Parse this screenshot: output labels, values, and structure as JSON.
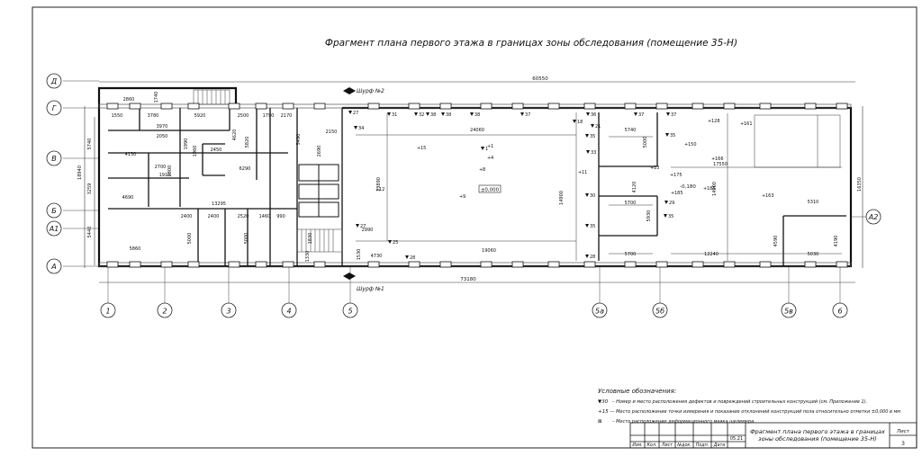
{
  "title": "Фрагмент плана первого этажа в границах зоны обследования (помещение 35-Н)",
  "axes_letters": [
    "Д",
    "Г",
    "В",
    "Б",
    "А1",
    "А"
  ],
  "axis_right": "А2",
  "axes_numbers": [
    "1",
    "2",
    "3",
    "4",
    "5",
    "5а",
    "5б",
    "5в",
    "6"
  ],
  "overall_dims": {
    "top": "60550",
    "bottom": "73180"
  },
  "shurf_top": "Шурф №2",
  "shurf_bottom": "Шурф №1",
  "elevation": "±0,000",
  "elevation_right": "-0,180",
  "dims": {
    "left_vertical": [
      "5740",
      "3259",
      "5440",
      "18940"
    ],
    "right_vertical": [
      "16350",
      "4190",
      "4590"
    ],
    "row_g": [
      "2860",
      "1740",
      "1550",
      "3780",
      "5920",
      "2500",
      "1790",
      "2170"
    ],
    "row_v": [
      "3970",
      "2050",
      "4130",
      "1990",
      "1960",
      "4620",
      "2450",
      "5820",
      "5490",
      "2690",
      "2150"
    ],
    "row_b": [
      "2700",
      "2800",
      "1910",
      "4690",
      "6290",
      "13295",
      "2400",
      "2400",
      "2520",
      "1460",
      "990"
    ],
    "row_a": [
      "5860",
      "5000",
      "5000",
      "1830",
      "2990",
      "4730",
      "1330",
      "1530"
    ],
    "hall": [
      "24060",
      "13890",
      "19060",
      "14900",
      "5740",
      "5000",
      "4120",
      "5700",
      "5930",
      "5700",
      "14900",
      "17550",
      "12240",
      "5310",
      "5030"
    ]
  },
  "defects": [
    "27",
    "31",
    "32",
    "38",
    "38",
    "38",
    "37",
    "28",
    "18",
    "37",
    "37",
    "36",
    "35",
    "34",
    "33",
    "30",
    "29",
    "25",
    "27",
    "28",
    "21",
    "35",
    "35",
    "35",
    "1"
  ],
  "points": [
    "1",
    "4",
    "8",
    "9",
    "11",
    "12",
    "13",
    "15",
    "128",
    "150",
    "161",
    "163",
    "166",
    "175",
    "185",
    "185"
  ],
  "legend": {
    "heading": "Условные обозначения:",
    "items": [
      {
        "sym": "▼30",
        "text": "– Номер и место расположения дефектов и повреждений строительных конструкций (см. Приложение 1)."
      },
      {
        "sym": "+15 –",
        "text": "– Место расположение точки измерения и показание отклонений конструкций пола относительно отметки ±0,000 в мм"
      },
      {
        "sym": "⊠",
        "text": "– Место расположение деформационного маяка щелемера."
      }
    ]
  },
  "stamp": {
    "headers": [
      "Изм.",
      "Кол.",
      "Лист",
      "№док.",
      "Подп.",
      "Дата"
    ],
    "date": "05.21",
    "title": "Фрагмент плана первого этажа в границах зоны обследования (помещение 35-Н)",
    "sheet_label": "Лист",
    "sheet_no": "3"
  }
}
